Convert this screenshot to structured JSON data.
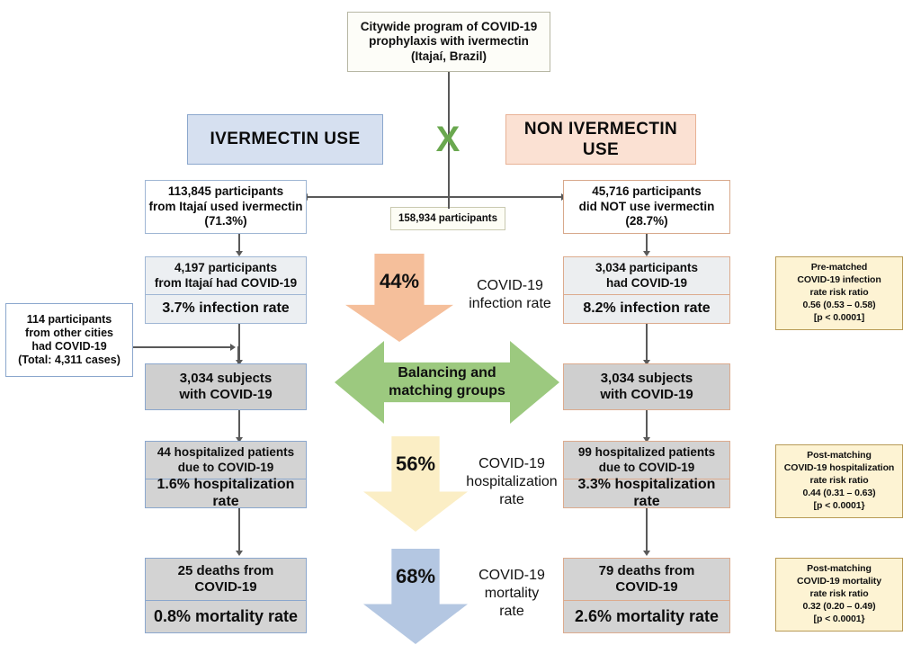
{
  "figure": {
    "type": "flowchart",
    "subject": "Citywide ivermectin prophylaxis program outcomes (Itajaí, Brazil)"
  },
  "top": {
    "title": "Citywide program of COVID-19\nprophylaxis with ivermectin\n(Itajaí, Brazil)"
  },
  "split": {
    "x_marker": "X",
    "total_participants": "158,934 participants"
  },
  "left": {
    "banner": "IVERMECTIN USE",
    "participants": "113,845 participants\nfrom Itajaí used ivermectin\n(71.3%)",
    "infection": {
      "count": "4,197 participants\nfrom Itajaí had COVID-19",
      "rate": "3.7% infection rate"
    },
    "matched": "3,034 subjects\nwith COVID-19",
    "hospitalization": {
      "count": "44 hospitalized patients\ndue to COVID-19",
      "rate": "1.6% hospitalization rate"
    },
    "mortality": {
      "count": "25 deaths from\nCOVID-19",
      "rate": "0.8% mortality rate"
    }
  },
  "right": {
    "banner": "NON IVERMECTIN USE",
    "participants": "45,716 participants\ndid NOT use ivermectin\n(28.7%)",
    "infection": {
      "count": "3,034 participants\nhad COVID-19",
      "rate": "8.2% infection rate"
    },
    "matched": "3,034 subjects\nwith COVID-19",
    "hospitalization": {
      "count": "99 hospitalized patients\ndue to COVID-19",
      "rate": "3.3% hospitalization rate"
    },
    "mortality": {
      "count": "79 deaths from\nCOVID-19",
      "rate": "2.6% mortality rate"
    }
  },
  "aside": {
    "other_cities": "114 participants\nfrom other cities\nhad COVID-19\n(Total: 4,311 cases)"
  },
  "reductions": [
    {
      "value": "44%",
      "label": "COVID-19\ninfection rate",
      "color": "#f5bf9b"
    },
    {
      "value": "56%",
      "label": "COVID-19\nhospitalization\nrate",
      "color": "#fbeec5"
    },
    {
      "value": "68%",
      "label": "COVID-19\nmortality\nrate",
      "color": "#b4c7e2"
    }
  ],
  "matching_arrow": {
    "label": "Balancing and\nmatching groups",
    "color": "#9cc97f"
  },
  "risk_ratios": [
    {
      "title": "Pre-matched\nCOVID-19 infection\nrate risk ratio",
      "value": "0.56 (0.53 –  0.58)",
      "pvalue": "[p < 0.0001]"
    },
    {
      "title": "Post-matching\nCOVID-19 hospitalization\nrate risk ratio",
      "value": "0.44 (0.31 – 0.63)",
      "pvalue": "[p < 0.0001}"
    },
    {
      "title": "Post-matching\nCOVID-19 mortality\nrate risk ratio",
      "value": "0.32 (0.20 – 0.49)",
      "pvalue": "[p < 0.0001}"
    }
  ]
}
